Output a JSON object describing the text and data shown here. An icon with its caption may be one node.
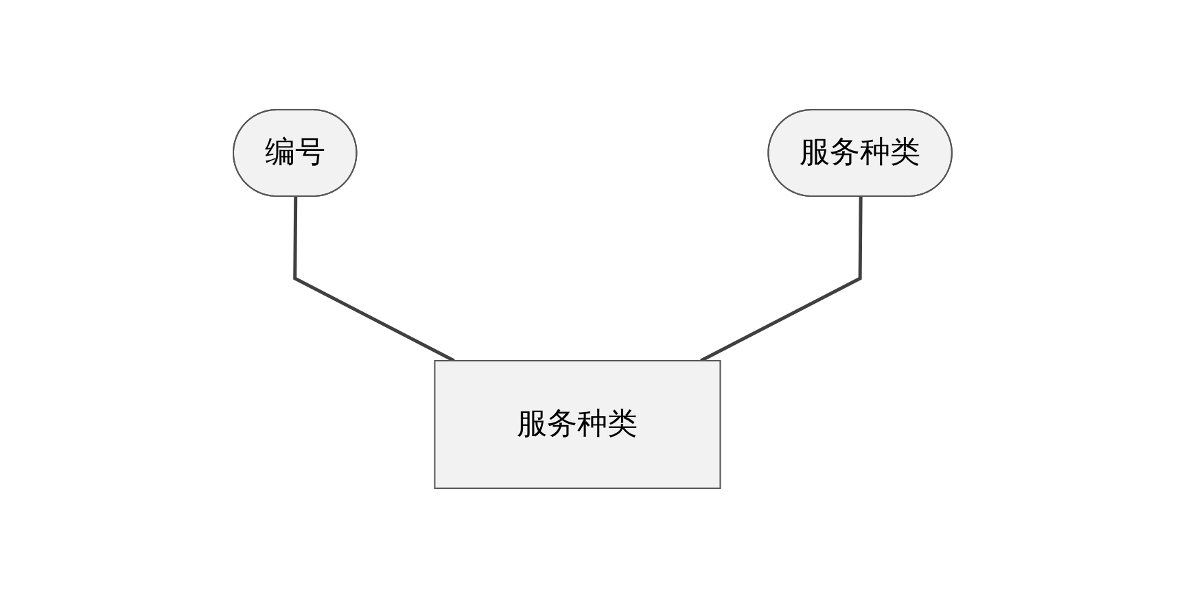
{
  "diagram": {
    "nodes": [
      {
        "text": [
          "编号"
        ]
      },
      {
        "text": [
          "服务种类"
        ]
      },
      {
        "text": [
          "服务种类"
        ]
      }
    ],
    "edges": [
      {
        "from": 0,
        "to": 2,
        "arrow": "none"
      },
      {
        "from": 1,
        "to": 2,
        "arrow": "none"
      }
    ]
  }
}
